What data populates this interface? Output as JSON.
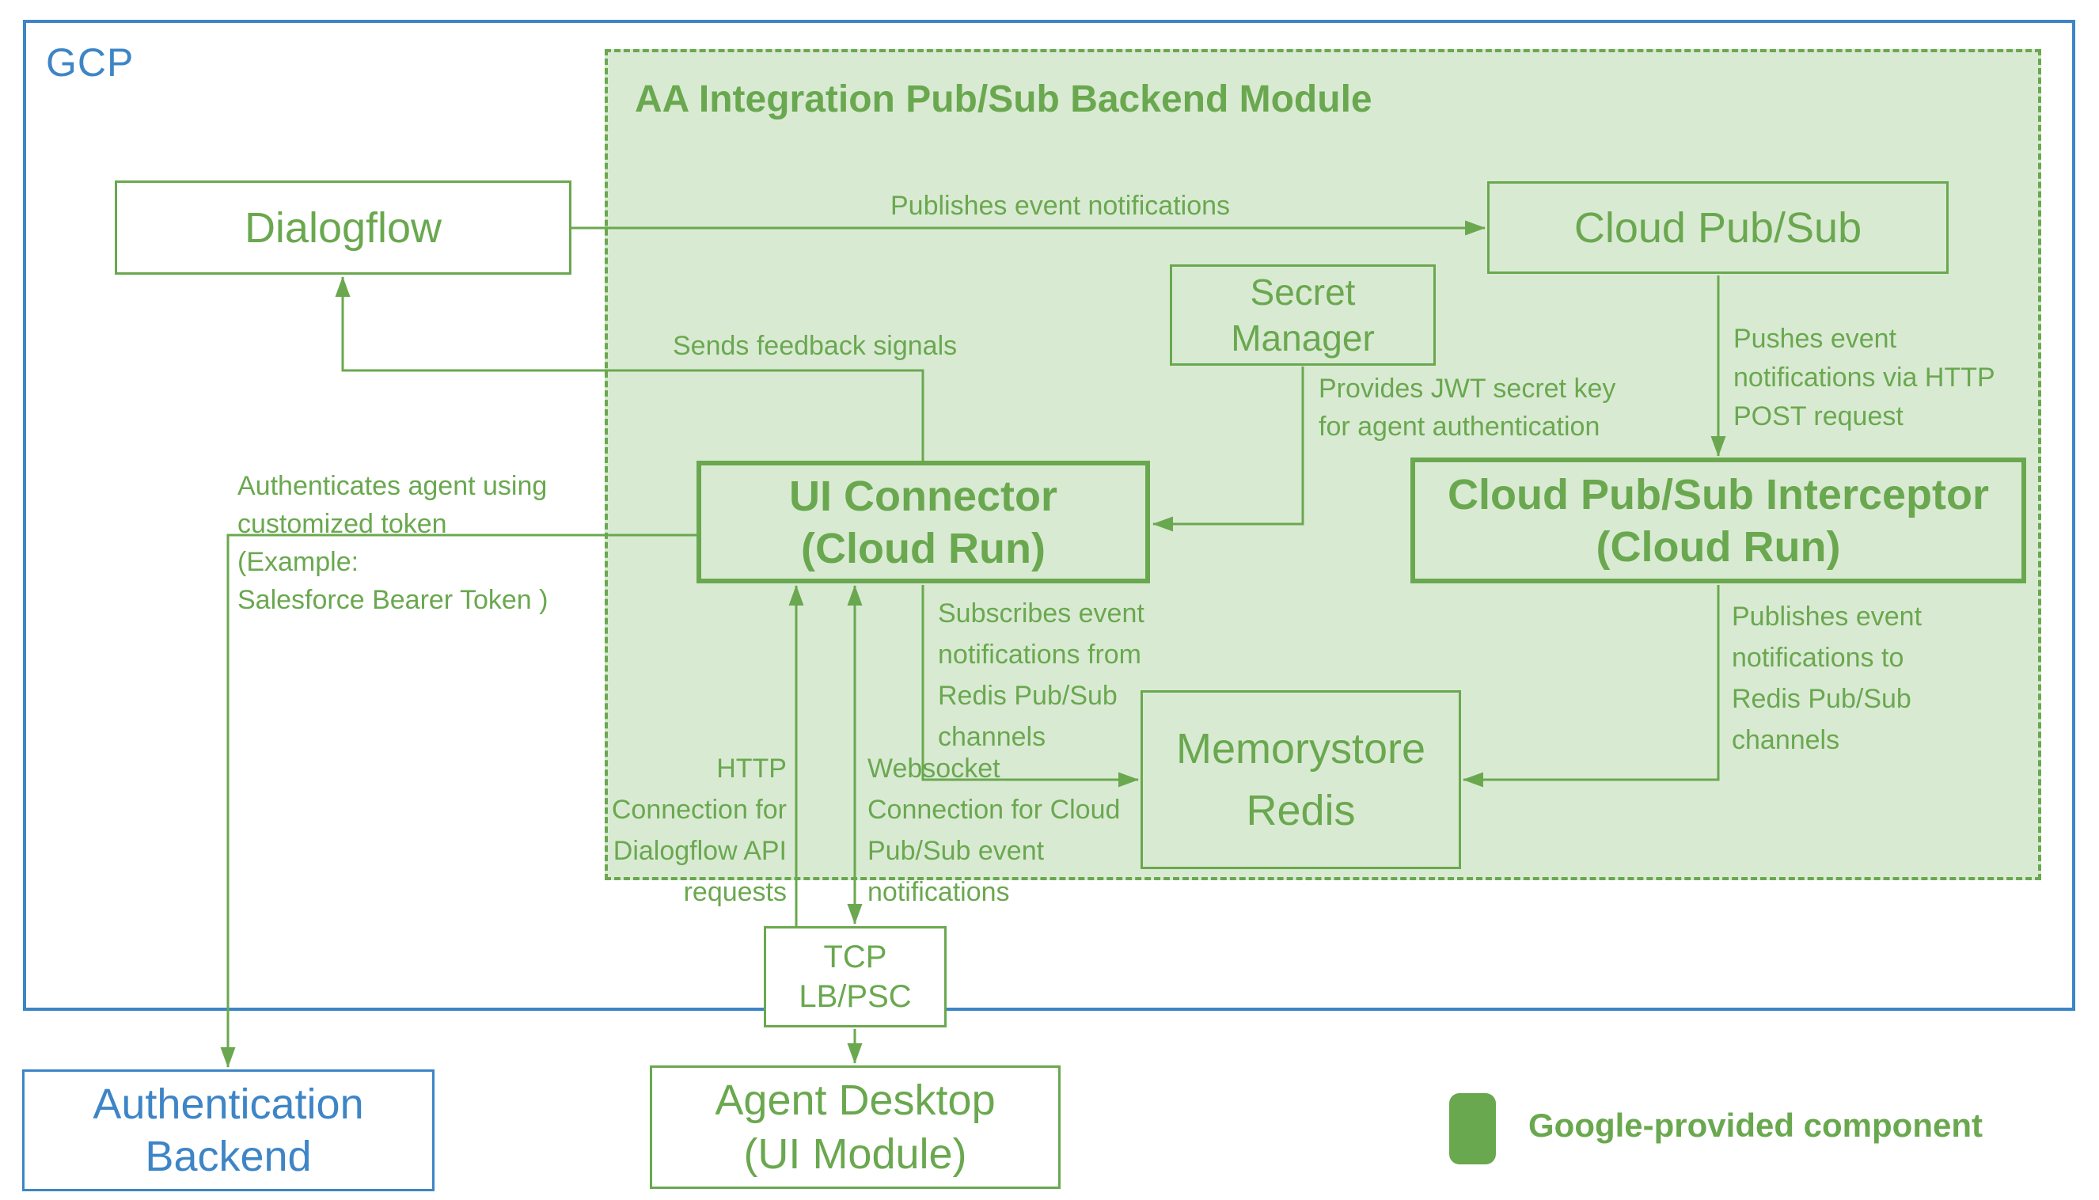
{
  "canvas": {
    "gcp_label": "GCP"
  },
  "module": {
    "title": "AA Integration Pub/Sub Backend Module"
  },
  "nodes": {
    "dialogflow": {
      "label": "Dialogflow"
    },
    "cloud_pubsub": {
      "label": "Cloud Pub/Sub"
    },
    "secret_manager": {
      "label": "Secret\nManager"
    },
    "ui_connector": {
      "label": "UI Connector\n(Cloud Run)"
    },
    "interceptor": {
      "label": "Cloud Pub/Sub Interceptor\n(Cloud Run)"
    },
    "memorystore": {
      "label": "Memorystore\nRedis"
    },
    "tcp_lb": {
      "label": "TCP\nLB/PSC"
    },
    "agent_desktop": {
      "label": "Agent Desktop\n(UI Module)"
    },
    "auth_backend": {
      "label": "Authentication\nBackend"
    }
  },
  "edge_labels": {
    "publishes_event": "Publishes event notifications",
    "sends_feedback": "Sends feedback signals",
    "provides_jwt": "Provides JWT secret key\nfor agent authentication",
    "pushes_event": "Pushes event\nnotifications via HTTP\nPOST request",
    "authenticates": "Authenticates agent using\ncustomized token\n(Example:\nSalesforce Bearer Token )",
    "subscribes": "Subscribes event\nnotifications from\nRedis Pub/Sub\nchannels",
    "publishes_redis": "Publishes event\nnotifications to\nRedis Pub/Sub\nchannels",
    "http_conn": "HTTP\nConnection for\nDialogflow API\nrequests",
    "websocket_conn": "Websocket\nConnection for Cloud\nPub/Sub event\nnotifications"
  },
  "legend": {
    "label": "Google-provided component"
  },
  "colors": {
    "green": "#6aa84f",
    "green_fill": "#d9ead3",
    "blue": "#3d85c6",
    "background": "#ffffff"
  }
}
